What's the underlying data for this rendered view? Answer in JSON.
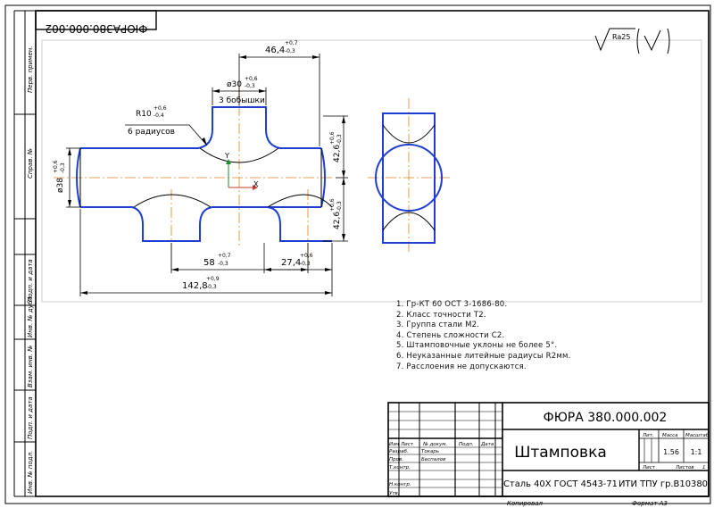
{
  "document_code": "ФЮРА 380.000.002",
  "document_code_mirrored": "ФЮРА380.000.002",
  "part_name": "Штамповка",
  "material": "Сталь 40Х  ГОСТ 4543-71",
  "organization": "ИТИ ТПУ гр.В10380",
  "mass": "1.56",
  "scale": "1:1",
  "sheet_label": "Лист",
  "sheets_label": "Листов",
  "sheets_count": "1",
  "copied": "Копировал",
  "format": "Формат   А3",
  "roughness": "Ra25",
  "left_margin": [
    "Перв. примен.",
    "Справ. №",
    "Подп. и дата",
    "Инв. № дубл.",
    "Взам. инв. №",
    "Подп. и дата",
    "Инв. № подл."
  ],
  "title_block": {
    "izm": "Изм",
    "list": "Лист",
    "doc_no": "№ докум.",
    "sign": "Подп.",
    "date": "Дата",
    "razrab": "Разраб.",
    "razrab_name": "Токарь",
    "prov": "Пров.",
    "prov_name": "Беспалов",
    "tkontr": "Т.контр.",
    "nkontr": "Н.контр.",
    "utv": "Утв.",
    "lit": "Лит.",
    "massa": "Масса",
    "masshtab": "Масштаб"
  },
  "dimensions": {
    "top_length": "46,4",
    "top_length_tol": [
      "+0,7",
      "-0,3"
    ],
    "boss_dia": "ø30",
    "boss_dia_tol": [
      "+0,6",
      "-0,3"
    ],
    "boss_note": "3 бобышки",
    "radius": "R10",
    "radius_tol": [
      "+0,6",
      "-0,4"
    ],
    "radius_note": "6 радиусов",
    "shaft_dia": "ø38",
    "shaft_dia_tol": [
      "+0,6",
      "-0,3"
    ],
    "height_top": "42,6",
    "height_top_tol": [
      "+0,6",
      "-0,3"
    ],
    "height_bottom": "42,6",
    "height_bottom_tol": [
      "+0,6",
      "-0,3"
    ],
    "span_58": "58",
    "span_58_tol": [
      "+0,7",
      "-0,3"
    ],
    "span_27": "27,4",
    "span_27_tol": [
      "+0,6",
      "-0,3"
    ],
    "total_length": "142,8",
    "total_length_tol": [
      "+0,9",
      "-0,3"
    ]
  },
  "axes": {
    "x": "X",
    "y": "Y"
  },
  "notes": [
    "1. Гр-КТ 60 ОСТ 3-1686-80.",
    "2. Класс точности Т2.",
    "3. Группа стали М2.",
    "4. Степень сложности С2.",
    "5. Штамповочные уклоны не более 5°.",
    "6. Неуказанные литейные радиусы R2мм.",
    "7. Расслоения не допускаются."
  ],
  "colors": {
    "outline": "#1e3fcf",
    "centerline": "#e0801e",
    "axis_x": "#c0392b",
    "axis_y": "#1f8f2e"
  }
}
